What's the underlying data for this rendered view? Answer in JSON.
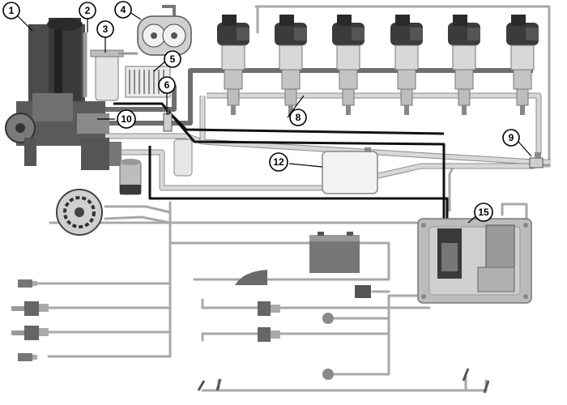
{
  "diagram": {
    "callouts": [
      "1",
      "2",
      "3",
      "4",
      "5",
      "6",
      "8",
      "9",
      "10",
      "12",
      "15"
    ]
  },
  "colors": {
    "harness": "#a8a8a8",
    "signal_wire": "#111111",
    "fuel_line": "#d8d8d8",
    "rail": "#6e6e6e",
    "component_dark": "#444444",
    "component_mid": "#8f8f8f",
    "component_light": "#e6e6e6"
  },
  "icons": {
    "injector": "fuel-injector-icon",
    "ecm": "ecm-module-icon",
    "battery": "battery-icon",
    "pump": "oil-pump-icon",
    "engine": "engine-block-icon",
    "sensor": "sensor-connector-icon",
    "switch": "toggle-switch-icon"
  }
}
